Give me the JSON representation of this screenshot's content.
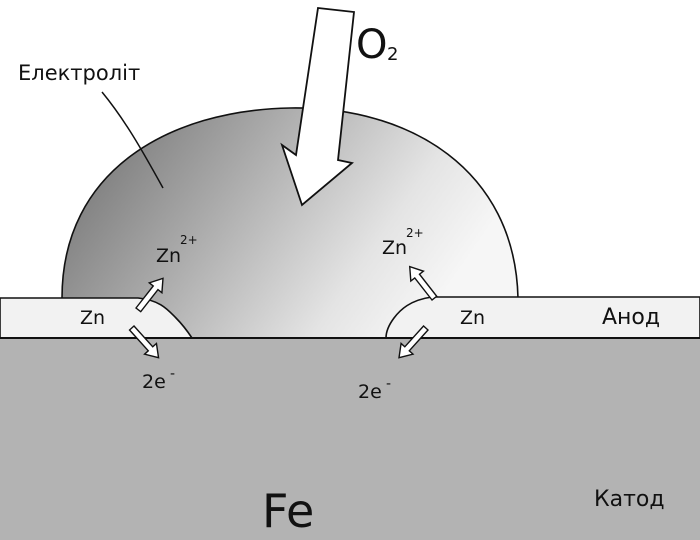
{
  "diagram": {
    "labels": {
      "oxygen": "O",
      "oxygen_sub": "2",
      "electrolyte": "Електроліт",
      "zn_left": "Zn",
      "zn_right": "Zn",
      "anode": "Анод",
      "ion_left": "Zn",
      "ion_left_charge": "2+",
      "ion_right": "Zn",
      "ion_right_charge": "2+",
      "electrons_left": "2e",
      "electrons_left_charge": "-",
      "electrons_right": "2e",
      "electrons_right_charge": "-",
      "iron": "Fe",
      "cathode": "Катод"
    },
    "colors": {
      "steel": "#b3b3b3",
      "zinc_coating": "#f2f2f2",
      "electrolyte_dark": "#7a7a7a",
      "electrolyte_light": "#f4f4f4",
      "outline": "#111111"
    }
  }
}
